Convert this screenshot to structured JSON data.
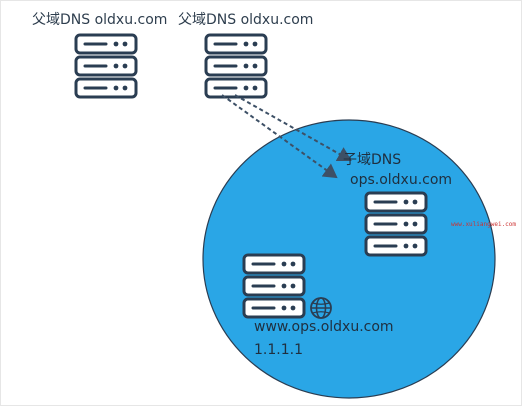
{
  "labels": {
    "parent_dns_1": "父域DNS  oldxu.com",
    "parent_dns_2": "父域DNS    oldxu.com",
    "child_dns_title": "子域DNS",
    "child_dns_domain": "ops.oldxu.com",
    "host_domain": "www.ops.oldxu.com",
    "host_ip": "1.1.1.1"
  },
  "watermark": "www.xuliangwei.com",
  "colors": {
    "circle_fill": "#2aa6e6",
    "circle_stroke": "#2a3d52",
    "server_stroke": "#2a3d52",
    "text": "#2e3e4e",
    "arrow": "#3d5066",
    "watermark": "#cc3333"
  },
  "icons": {
    "server": "server-rack-icon",
    "globe": "globe-icon"
  }
}
